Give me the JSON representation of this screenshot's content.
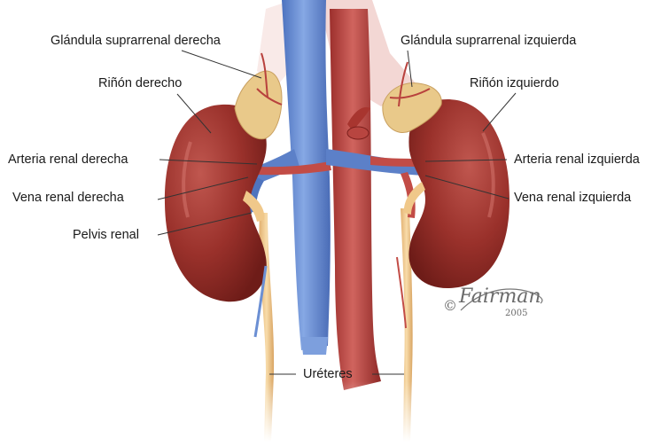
{
  "labels": {
    "adrenal_right": "Glándula suprarrenal derecha",
    "adrenal_left": "Glándula suprarrenal izquierda",
    "kidney_right": "Riñón derecho",
    "kidney_left": "Riñón izquierdo",
    "artery_right": "Arteria renal derecha",
    "artery_left": "Arteria renal izquierda",
    "vein_right": "Vena renal derecha",
    "vein_left": "Vena renal izquierda",
    "pelvis": "Pelvis renal",
    "ureters": "Uréteres"
  },
  "signature": {
    "copyright": "©",
    "artist": "Fairman",
    "year": "2005"
  },
  "colors": {
    "kidney": "#8e2a25",
    "kidney_highlight": "#b8504a",
    "adrenal": "#e7c98a",
    "vena_cava": "#6f93d6",
    "aorta": "#b8413d",
    "ureter": "#f1c98a",
    "leader": "#333333"
  }
}
